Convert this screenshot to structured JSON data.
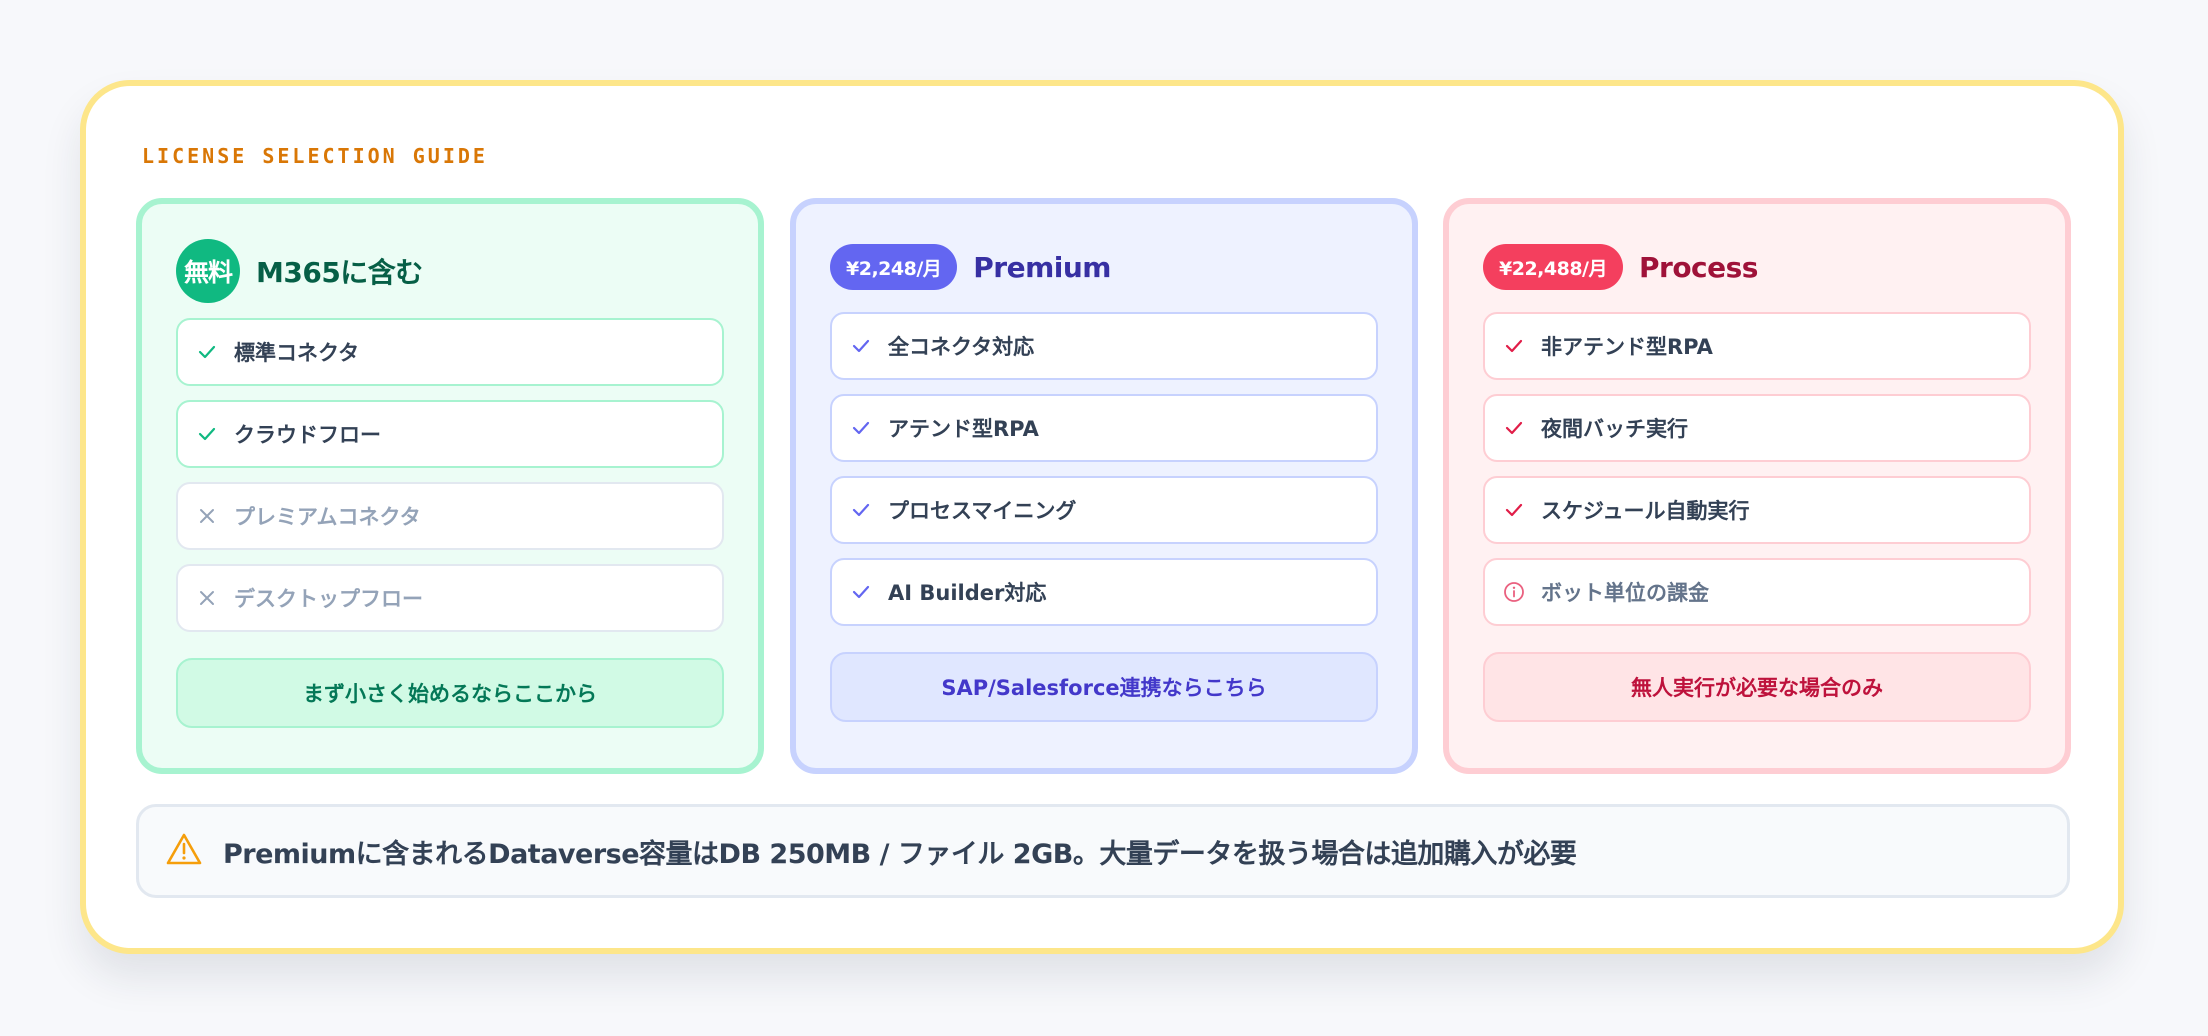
{
  "guide": {
    "title": "LICENSE SELECTION GUIDE"
  },
  "cards": [
    {
      "badge": "無料",
      "title": "M365に含む",
      "items": [
        {
          "label": "標準コネクタ",
          "status": "included",
          "icon": "check-icon"
        },
        {
          "label": "クラウドフロー",
          "status": "included",
          "icon": "check-icon"
        },
        {
          "label": "プレミアムコネクタ",
          "status": "excluded",
          "icon": "x-icon"
        },
        {
          "label": "デスクトップフロー",
          "status": "excluded",
          "icon": "x-icon"
        }
      ],
      "cta": "まず小さく始めるならここから",
      "accent": "#10b981"
    },
    {
      "badge": "¥2,248/月",
      "title": "Premium",
      "items": [
        {
          "label": "全コネクタ対応",
          "status": "included",
          "icon": "check-icon"
        },
        {
          "label": "アテンド型RPA",
          "status": "included",
          "icon": "check-icon"
        },
        {
          "label": "プロセスマイニング",
          "status": "included",
          "icon": "check-icon"
        },
        {
          "label": "AI Builder対応",
          "status": "included",
          "icon": "check-icon"
        }
      ],
      "cta": "SAP/Salesforce連携ならこちら",
      "accent": "#6366f1"
    },
    {
      "badge": "¥22,488/月",
      "title": "Process",
      "items": [
        {
          "label": "非アテンド型RPA",
          "status": "included",
          "icon": "check-icon"
        },
        {
          "label": "夜間バッチ実行",
          "status": "included",
          "icon": "check-icon"
        },
        {
          "label": "スケジュール自動実行",
          "status": "included",
          "icon": "check-icon"
        },
        {
          "label": "ボット単位の課金",
          "status": "info",
          "icon": "info-icon"
        }
      ],
      "cta": "無人実行が必要な場合のみ",
      "accent": "#f43f5e"
    }
  ],
  "note": {
    "icon": "warning-icon",
    "text": "Premiumに含まれるDataverse容量はDB 250MB / ファイル 2GB。大量データを扱う場合は追加購入が必要"
  },
  "colors": {
    "frame_border": "#fde68a",
    "title": "#d97706",
    "warning": "#f59e0b"
  }
}
